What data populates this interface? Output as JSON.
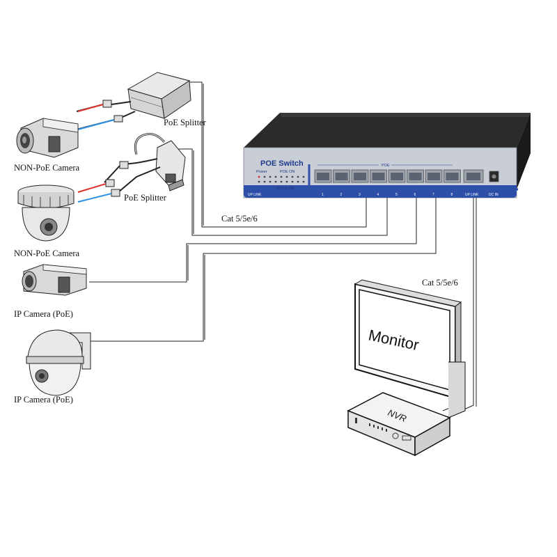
{
  "diagram": {
    "switch": {
      "title": "POE Switch",
      "power_label": "Power",
      "poe_on_label": "POE  ON",
      "act_link_label": "ACT/LINK",
      "poe_bracket_label": "POE",
      "uplink_left_label": "UP LINK",
      "uplink_right_label": "UP LINK",
      "dc_in_label": "DC IN",
      "port_numbers": [
        "1",
        "2",
        "3",
        "4",
        "5",
        "6",
        "7",
        "8"
      ],
      "colors": {
        "body": "#2b2b2b",
        "front": "#c8cdd6",
        "stripe": "#2d4fa8",
        "label": "#1d3a8a"
      }
    },
    "devices": {
      "splitter_top": "PoE Splitter",
      "splitter_mid": "PoE Splitter",
      "camera_1": "NON-PoE Camera",
      "camera_2": "NON-PoE Camera",
      "camera_3": "IP Camera (PoE)",
      "camera_4": "IP Camera (PoE)",
      "monitor": "Monitor",
      "nvr": "NVR"
    },
    "cables": {
      "left_label": "Cat 5/5e/6",
      "right_label": "Cat 5/5e/6"
    },
    "wire_colors": {
      "red": "#e0302a",
      "blue": "#2f8fe0"
    }
  }
}
